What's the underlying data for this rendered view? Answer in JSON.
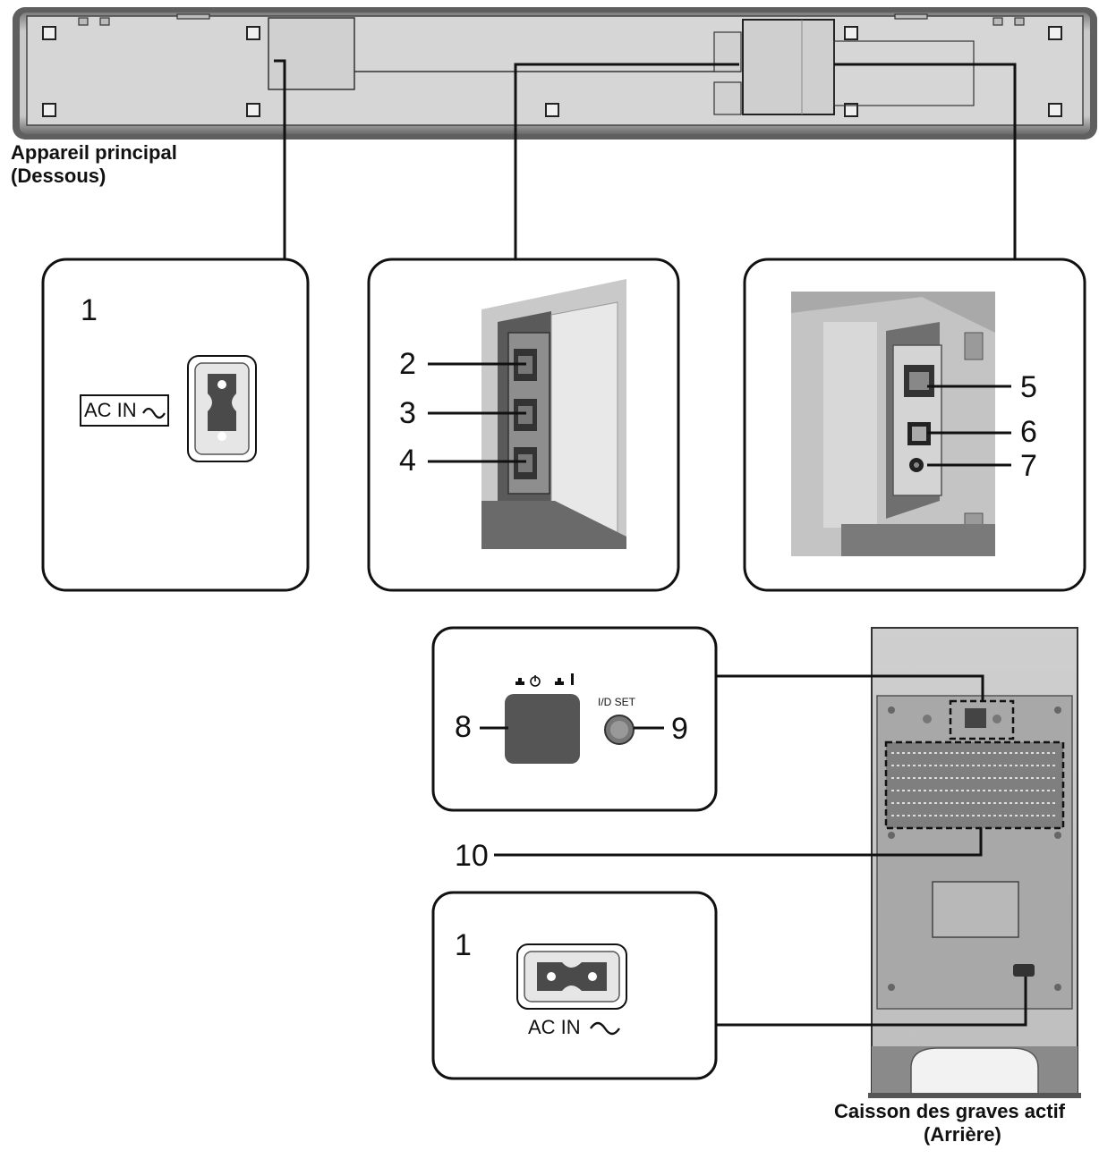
{
  "main_unit": {
    "caption_line1": "Appareil principal",
    "caption_line2": "(Dessous)"
  },
  "subwoofer": {
    "caption_line1": "Caisson des graves actif",
    "caption_line2": "(Arrière)"
  },
  "callouts": {
    "n1_top": "1",
    "n2": "2",
    "n3": "3",
    "n4": "4",
    "n5": "5",
    "n6": "6",
    "n7": "7",
    "n8": "8",
    "n9": "9",
    "n10": "10",
    "n1_bottom": "1"
  },
  "panel_text": {
    "ac_in_top": "AC IN",
    "ac_in_bottom": "AC IN",
    "id_set": "I/D SET"
  }
}
